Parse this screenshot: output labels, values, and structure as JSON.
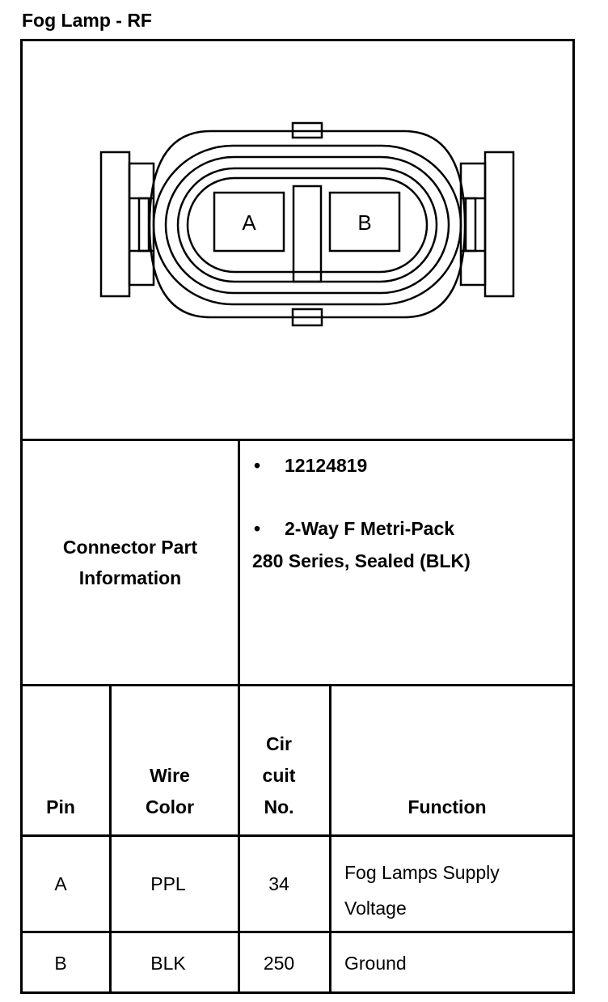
{
  "title": "Fog Lamp - RF",
  "connector": {
    "cavity_a": "A",
    "cavity_b": "B"
  },
  "part_info": {
    "label_line1": "Connector Part",
    "label_line2": "Information",
    "part_number": "12124819",
    "description_line1": "2-Way F Metri-Pack",
    "description_line2": "280 Series, Sealed (BLK)"
  },
  "table": {
    "headers": {
      "pin": "Pin",
      "wire_color_1": "Wire",
      "wire_color_2": "Color",
      "circuit_1": "Cir",
      "circuit_2": "cuit",
      "circuit_3": "No.",
      "function": "Function"
    },
    "rows": [
      {
        "pin": "A",
        "wire_color": "PPL",
        "circuit": "34",
        "function_1": "Fog Lamps Supply",
        "function_2": "Voltage"
      },
      {
        "pin": "B",
        "wire_color": "BLK",
        "circuit": "250",
        "function_1": "Ground",
        "function_2": ""
      }
    ]
  }
}
